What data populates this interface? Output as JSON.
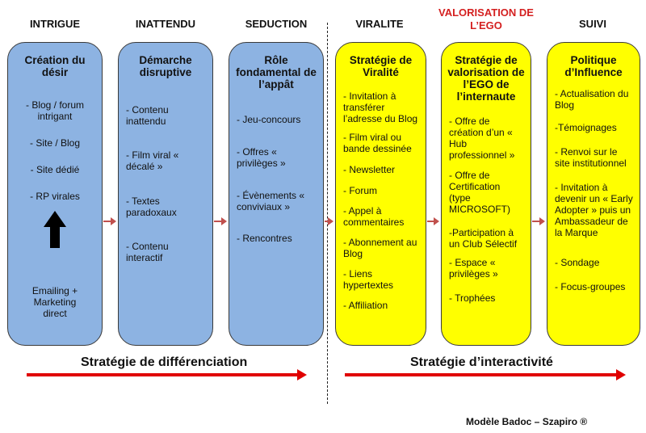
{
  "headers": [
    "INTRIGUE",
    "INATTENDU",
    "SEDUCTION",
    "VIRALITE",
    "VALORISATION DE L’EGO",
    "SUIVI"
  ],
  "columns": [
    {
      "title": "Création du désir",
      "items": [
        "- Blog / forum intrigant",
        "- Site / Blog",
        "- Site dédié",
        "- RP virales",
        "Emailing + Marketing direct"
      ],
      "icon": "arrow-up-icon"
    },
    {
      "title": "Démarche disruptive",
      "items": [
        "- Contenu inattendu",
        "- Film viral « décalé »",
        "- Textes paradoxaux",
        "- Contenu interactif"
      ]
    },
    {
      "title": "Rôle fondamental de l’appât",
      "items": [
        "- Jeu-concours",
        "- Offres « privilèges »",
        "- Évènements « conviviaux »",
        "- Rencontres"
      ]
    },
    {
      "title": "Stratégie de Viralité",
      "items": [
        "- Invitation à transférer l’adresse du Blog",
        "- Film viral ou bande dessinée",
        "- Newsletter",
        "- Forum",
        "- Appel à commentaires",
        "- Abonnement au Blog",
        "- Liens hypertextes",
        "- Affiliation"
      ]
    },
    {
      "title": "Stratégie de valorisation de l’EGO de l’internaute",
      "items": [
        "- Offre de création d’un « Hub professionnel »",
        "- Offre de Certification (type MICROSOFT)",
        "-Participation à un Club Sélectif",
        "- Espace « privilèges »",
        "- Trophées"
      ]
    },
    {
      "title": "Politique d’Influence",
      "items": [
        "- Actualisation du Blog",
        "-Témoignages",
        "- Renvoi sur le site institutionnel",
        "- Invitation à devenir un « Early Adopter » puis un Ambassadeur de la Marque",
        "- Sondage",
        "- Focus-groupes"
      ]
    }
  ],
  "strategies": [
    "Stratégie de différenciation",
    "Stratégie d’interactivité"
  ],
  "credit": "Modèle Badoc – Szapiro ®",
  "colors": {
    "blue": "#8db3e2",
    "yellow": "#ffff00",
    "red": "#e00000",
    "header_red": "#d42020"
  }
}
